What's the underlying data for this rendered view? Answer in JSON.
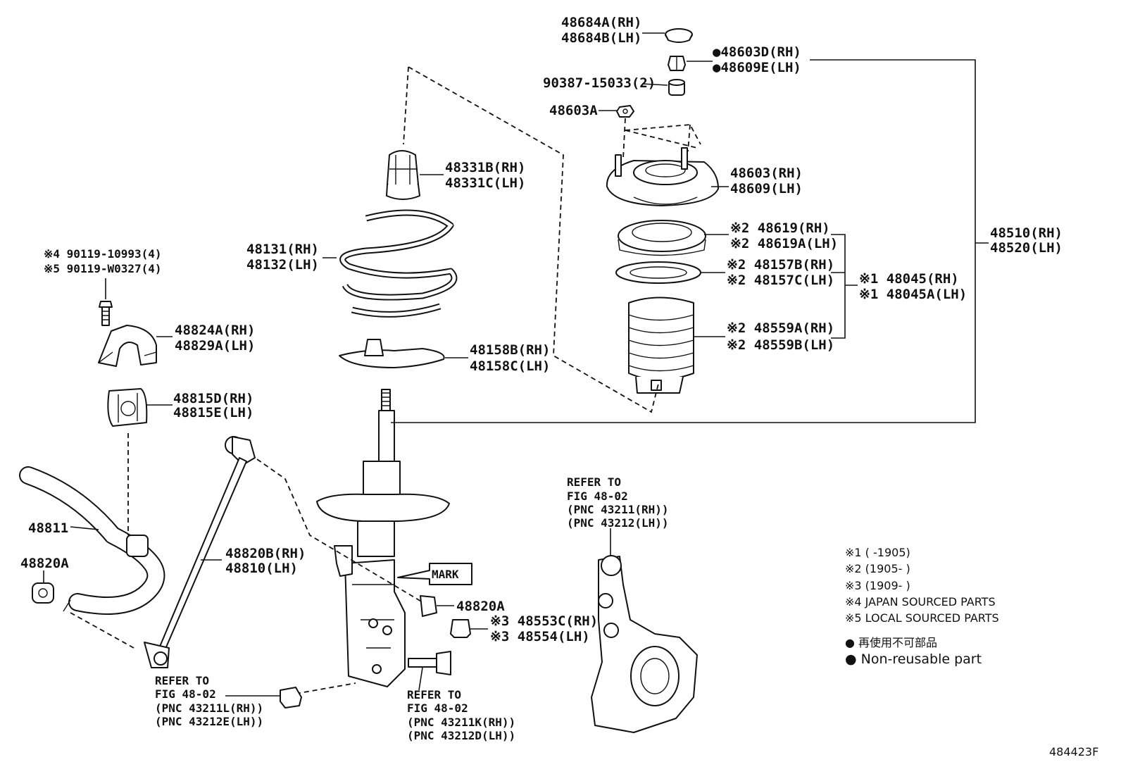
{
  "labels": {
    "p48684": [
      "48684A(RH)",
      "48684B(LH)"
    ],
    "p48603d": [
      "●48603D(RH)",
      "●48609E(LH)"
    ],
    "p90387": "90387-15033(2)",
    "p48603a": "48603A",
    "p48331": [
      "48331B(RH)",
      "48331C(LH)"
    ],
    "p48603": [
      "48603(RH)",
      "48609(LH)"
    ],
    "p48619": [
      "※2 48619(RH)",
      "※2 48619A(LH)"
    ],
    "p48157": [
      "※2 48157B(RH)",
      "※2 48157C(LH)"
    ],
    "p48045": [
      "※1 48045(RH)",
      "※1 48045A(LH)"
    ],
    "p48559": [
      "※2 48559A(RH)",
      "※2 48559B(LH)"
    ],
    "p48510": [
      "48510(RH)",
      "48520(LH)"
    ],
    "p48131": [
      "48131(RH)",
      "48132(LH)"
    ],
    "p48158": [
      "48158B(RH)",
      "48158C(LH)"
    ],
    "p90119": [
      "※4 90119-10993(4)",
      "※5 90119-W0327(4)"
    ],
    "p48824": [
      "48824A(RH)",
      "48829A(LH)"
    ],
    "p48815": [
      "48815D(RH)",
      "48815E(LH)"
    ],
    "p48811": "48811",
    "p48820a_left": "48820A",
    "p48820": [
      "48820B(RH)",
      "48810(LH)"
    ],
    "mark": "MARK",
    "p48820a_right": "48820A",
    "p48553": [
      "※3 48553C(RH)",
      "※3 48554(LH)"
    ],
    "ref_knuckle": [
      "REFER TO",
      "FIG 48-02",
      "(PNC 43211(RH))",
      "(PNC 43212(LH))"
    ],
    "ref_bottom_left": [
      "REFER TO",
      "FIG 48-02",
      "(PNC 43211L(RH))",
      "(PNC 43212E(LH))"
    ],
    "ref_bottom_mid": [
      "REFER TO",
      "FIG 48-02",
      "(PNC 43211K(RH))",
      "(PNC 43212D(LH))"
    ]
  },
  "notes": [
    "※1 (      -1905)",
    "※2 (1905-      )",
    "※3 (1909-      )",
    "※4 JAPAN SOURCED PARTS",
    "※5 LOCAL SOURCED PARTS"
  ],
  "legend": [
    "● 再使用不可部品",
    "● Non-reusable part"
  ],
  "figure_id": "484423F"
}
